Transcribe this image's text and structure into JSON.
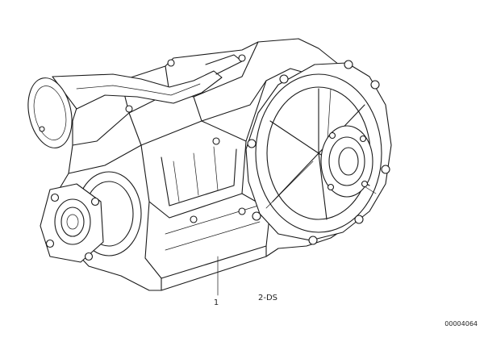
{
  "diagram": {
    "callouts": [
      {
        "number": "1"
      }
    ],
    "annotation": "2-DS",
    "catalog_number": "00004064"
  }
}
